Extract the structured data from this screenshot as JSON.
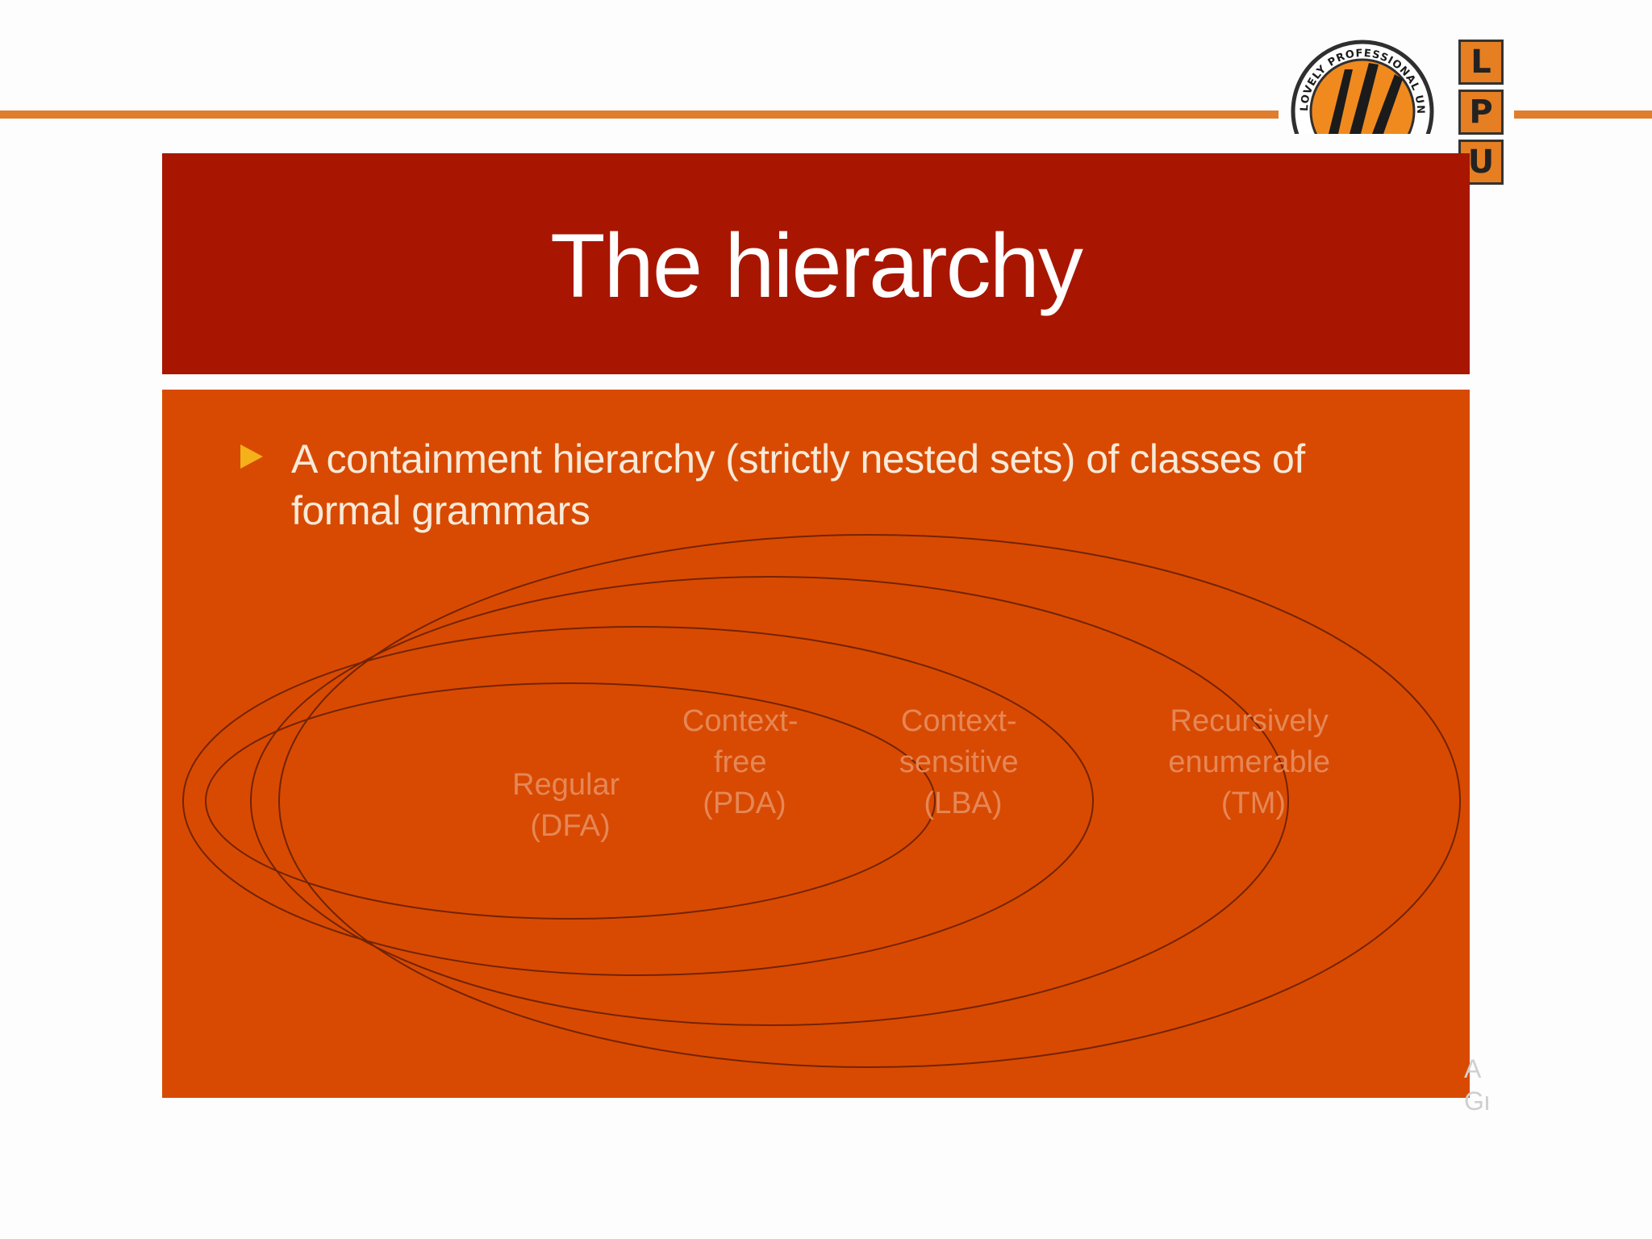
{
  "header": {
    "rule_color": "#e07d2c",
    "logo": {
      "seal_text": "LOVELY PROFESSIONAL UNIVERSITY",
      "letters": [
        "L",
        "P",
        "U"
      ]
    }
  },
  "slide": {
    "title": "The hierarchy",
    "title_band_color": "#a81602",
    "panel_color": "#d84a02",
    "bullet_icon": "triangle-bullet-icon",
    "bullet_color": "#f5b119",
    "bullet": "A containment hierarchy (strictly nested sets) of classes of formal grammars"
  },
  "diagram": {
    "type": "nested-sets",
    "sets": [
      {
        "lines": [
          "Regular",
          "(DFA)"
        ]
      },
      {
        "lines": [
          "Context-",
          "free",
          "(PDA)"
        ]
      },
      {
        "lines": [
          "Context-",
          "sensitive",
          "(LBA)"
        ]
      },
      {
        "lines": [
          "Recursively",
          "enumerable",
          "(TM)"
        ]
      }
    ]
  },
  "corner_fragment": {
    "lines": [
      "A",
      "Gr"
    ]
  }
}
